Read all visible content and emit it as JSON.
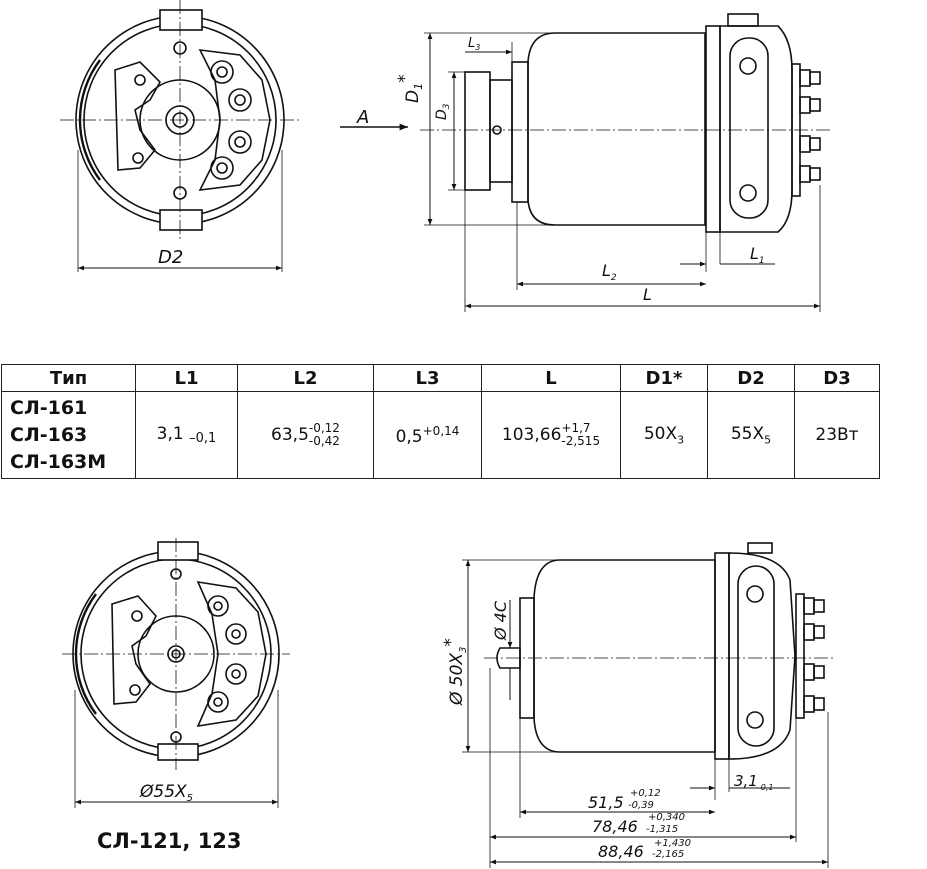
{
  "drawing_top": {
    "arrow_label": "A",
    "d2_label": "D2",
    "d1_label": "D",
    "d1_sub": "1",
    "d1_star": "*",
    "d3_label": "D",
    "d3_sub": "3",
    "l3_label": "L",
    "l3_sub": "3",
    "l1_label": "L",
    "l1_sub": "1",
    "l2_label": "L",
    "l2_sub": "2",
    "l_label": "L"
  },
  "table": {
    "headers": [
      "Тип",
      "L1",
      "L2",
      "L3",
      "L",
      "D1*",
      "D2",
      "D3"
    ],
    "types": [
      "СЛ-161",
      "СЛ-163",
      "СЛ-163М"
    ],
    "l1": {
      "base": "3,1",
      "lower": "–0,1"
    },
    "l2": {
      "base": "63,5",
      "upper": "-0,12",
      "lower": "-0,42"
    },
    "l3": {
      "base": "0,5",
      "upper": "+0,14"
    },
    "l": {
      "base": "103,66",
      "upper": "+1,7",
      "lower": "-2,515"
    },
    "d1": {
      "base": "50X",
      "sub": "3"
    },
    "d2": {
      "base": "55X",
      "sub": "5"
    },
    "d3": "23Вт"
  },
  "drawing_bottom": {
    "title": "СЛ-121, 123",
    "d55_label": "Ø55X",
    "d55_sub": "5",
    "d50_label": "Ø 50X",
    "d50_sub": "3",
    "d50_star": "*",
    "d4_label": "Ø 4С",
    "dim1_base": "3,1",
    "dim1_lower": "-0,1",
    "dim2_base": "51,5",
    "dim2_upper": "+0,12",
    "dim2_lower": "-0,39",
    "dim3_base": "78,46",
    "dim3_upper": "+0,340",
    "dim3_lower": "-1,315",
    "dim4_base": "88,46",
    "dim4_upper": "+1,430",
    "dim4_lower": "-2,165"
  }
}
